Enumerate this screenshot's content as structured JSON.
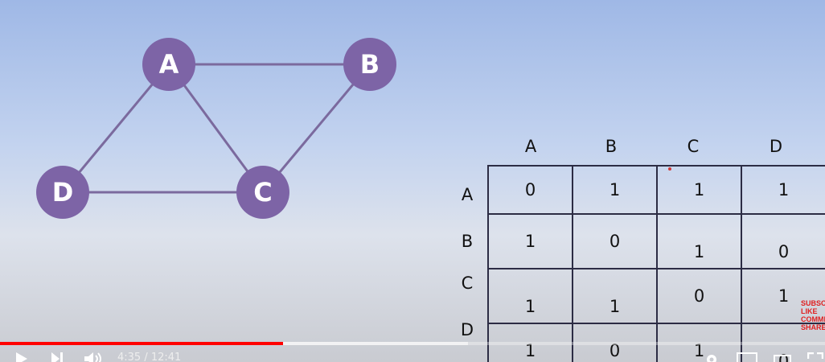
{
  "graph": {
    "nodes": [
      {
        "id": "A",
        "label": "A"
      },
      {
        "id": "B",
        "label": "B"
      },
      {
        "id": "C",
        "label": "C"
      },
      {
        "id": "D",
        "label": "D"
      }
    ],
    "edges": [
      [
        "A",
        "B"
      ],
      [
        "A",
        "D"
      ],
      [
        "A",
        "C"
      ],
      [
        "B",
        "C"
      ],
      [
        "D",
        "C"
      ]
    ],
    "colors": {
      "node": "#7d64a6",
      "edge": "#7b6a9e",
      "label": "#ffffff"
    }
  },
  "matrix": {
    "columns": [
      "A",
      "B",
      "C",
      "D"
    ],
    "rows": [
      {
        "label": "A",
        "values": [
          "0",
          "1",
          "1",
          "1"
        ]
      },
      {
        "label": "B",
        "values": [
          "1",
          "0",
          "1",
          "0"
        ]
      },
      {
        "label": "C",
        "values": [
          "1",
          "1",
          "0",
          "1"
        ]
      },
      {
        "label": "D",
        "values": [
          "1",
          "0",
          "1",
          "0"
        ]
      }
    ]
  },
  "watermark": {
    "lines": [
      "SUBSCRI",
      "LIKE",
      "COMME",
      "SHARE"
    ]
  },
  "player": {
    "time": "4:35 / 12:41",
    "progress_fraction": 0.3435,
    "buffered_fraction": 0.567,
    "play_color": "#ff0000",
    "icons": [
      "play-icon",
      "next-icon",
      "volume-icon",
      "settings-icon",
      "miniplayer-icon",
      "theater-icon",
      "fullscreen-icon"
    ]
  }
}
